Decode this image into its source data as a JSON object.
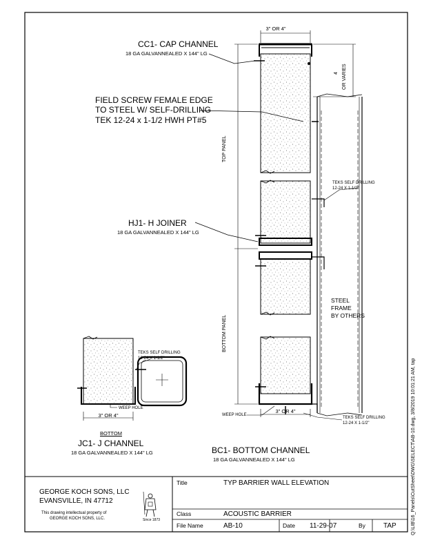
{
  "callouts": {
    "cap_channel": {
      "title": "CC1- CAP CHANNEL",
      "spec": "18 GA GALVANNEALED X 144\" LG"
    },
    "field_screw": {
      "line1": "FIELD SCREW FEMALE EDGE",
      "line2": "TO STEEL W/ SELF-DRILLING",
      "line3": "TEK 12-24 x 1-1/2 HWH PT#5"
    },
    "h_joiner": {
      "title": "HJ1- H JOINER",
      "spec": "18 GA GALVANNEALED X 144\" LG"
    },
    "j_channel": {
      "title": "JC1- J CHANNEL",
      "spec": "18 GA GALVANNEALED X 144\" LG",
      "bottom_label": "BOTTOM"
    },
    "bottom_channel": {
      "title": "BC1- BOTTOM CHANNEL",
      "spec": "18 GA GALVANNEALED X 144\" LG"
    },
    "teks_upper": {
      "line1": "TEKS SELF DRILLING",
      "line2": "12-24 X 1-1/2\""
    },
    "teks_lower": {
      "line1": "TEKS SELF DRILLING",
      "line2": "12-24 X 1-1/2\""
    },
    "teks_jdetail": {
      "line1": "TEKS SELF DRILLING",
      "line2": "12-24 X 1-1/2\""
    },
    "steel_frame": {
      "line1": "STEEL",
      "line2": "FRAME",
      "line3": "BY OTHERS"
    }
  },
  "dimensions": {
    "top_width": "3\" OR 4\"",
    "cap_height": "4",
    "cap_height_varies": "OR VARIES",
    "top_panel": "TOP PANEL",
    "bottom_panel": "BOTTOM PANEL",
    "bottom_width": "3\" OR 4\"",
    "j_width": "3\" OR 4\"",
    "weep_hole_left": "WEEP HOLE",
    "weep_hole_right": "WEEP HOLE"
  },
  "side_path": "Q:\\LIB\\16_Panels\\CutSheet\\DWG\\SELECT\\AB-10.dwg, 3/8/2019 10:01:21 AM, tap",
  "title_block": {
    "company_line1": "GEORGE KOCH SONS, LLC",
    "company_line2": "EVANSVILLE, IN 47712",
    "property_line1": "This drawing intellectual property of",
    "property_line2": "GEORGE KOCH SONS, LLC.",
    "since": "Since 1873",
    "title_label": "Title",
    "title_value": "TYP BARRIER WALL ELEVATION",
    "class_label": "Class",
    "class_value": "ACOUSTIC BARRIER",
    "file_label": "File Name",
    "file_value": "AB-10",
    "date_label": "Date",
    "date_value": "11-29-07",
    "by_label": "By",
    "by_value": "TAP"
  }
}
